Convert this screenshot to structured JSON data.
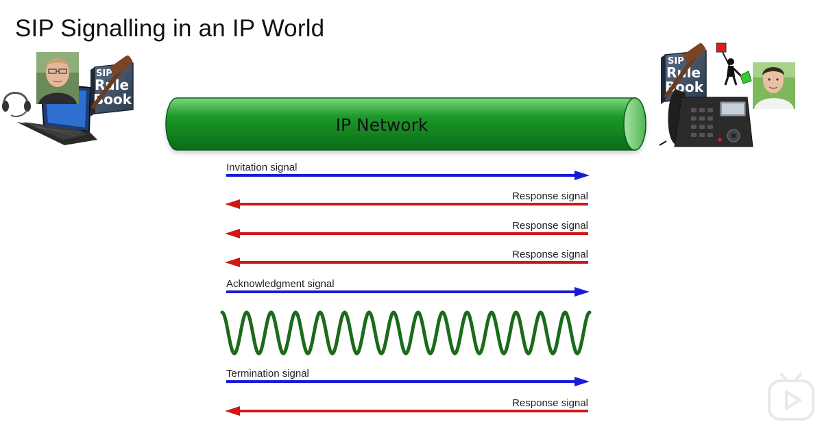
{
  "title": "SIP Signalling in an IP World",
  "network": {
    "label": "IP Network",
    "color": "#0c8a1e"
  },
  "rulebook": {
    "line1": "SIP",
    "line2": "Rule",
    "line3": "Book"
  },
  "signals": [
    {
      "label": "Invitation signal",
      "direction": "right",
      "color": "#1a1ad6"
    },
    {
      "label": "Response signal",
      "direction": "left",
      "color": "#d01818"
    },
    {
      "label": "Response signal",
      "direction": "left",
      "color": "#d01818"
    },
    {
      "label": "Response signal",
      "direction": "left",
      "color": "#d01818"
    },
    {
      "label": "Acknowledgment signal",
      "direction": "right",
      "color": "#1a1ad6"
    },
    {
      "label": "Termination signal",
      "direction": "right",
      "color": "#1a1ad6"
    },
    {
      "label": "Response signal",
      "direction": "left",
      "color": "#d01818"
    }
  ],
  "media_wave": {
    "color": "#1a6b1a",
    "cycles": 15
  },
  "icons": {
    "left_person": "person-photo-icon",
    "laptop": "laptop-icon",
    "headset": "headset-icon",
    "rulebook": "rulebook-gavel-icon",
    "right_person": "person-photo-icon",
    "desk_phone": "desk-phone-icon",
    "signal_flags": "signal-flags-icon",
    "watermark": "play-logo-icon"
  }
}
